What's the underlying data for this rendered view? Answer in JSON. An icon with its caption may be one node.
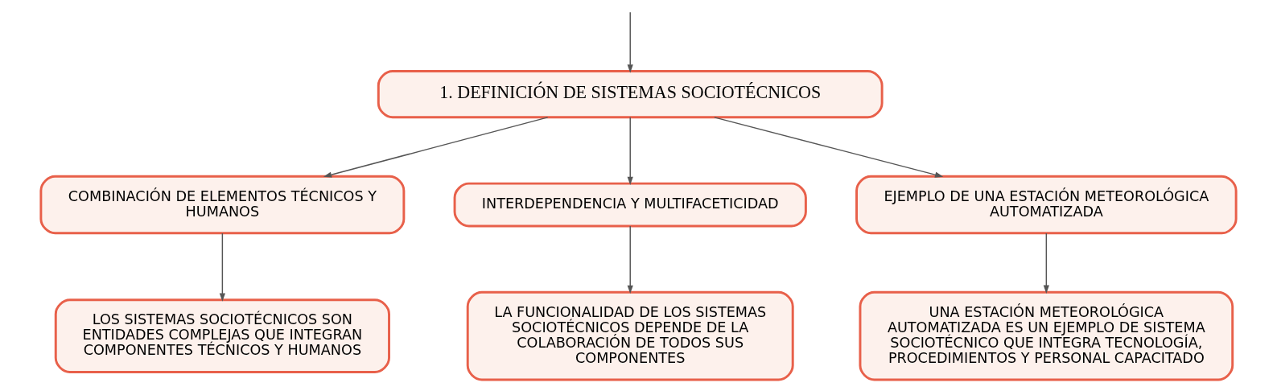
{
  "diagram": {
    "nodes": [
      {
        "text": [
          "1. DEFINICIÓN DE SISTEMAS SOCIOTÉCNICOS"
        ]
      },
      {
        "text": [
          "COMBINACIÓN DE ELEMENTOS TÉCNICOS Y HUMANOS"
        ]
      },
      {
        "text": [
          "INTERDEPENDENCIA Y MULTIFACETICIDAD"
        ]
      },
      {
        "text": [
          "EJEMPLO DE UNA ESTACIÓN METEOROLÓGICA AUTOMATIZADA"
        ]
      },
      {
        "text": [
          "LOS SISTEMAS SOCIOTÉCNICOS SON ENTIDADES COMPLEJAS QUE INTEGRAN COMPONENTES TÉCNICOS Y HUMANOS"
        ]
      },
      {
        "text": [
          "LA FUNCIONALIDAD DE LOS SISTEMAS SOCIOTÉCNICOS DEPENDE DE LA COLABORACIÓN DE TODOS SUS COMPONENTES"
        ]
      },
      {
        "text": [
          "UNA ESTACIÓN METEOROLÓGICA AUTOMATIZADA ES UN EJEMPLO DE SISTEMA SOCIOTÉCNICO QUE INTEGRA TECNOLOGÍA, PROCEDIMIENTOS Y PERSONAL CAPACITADO"
        ]
      }
    ],
    "edges": [
      {
        "from": null,
        "to": 0,
        "arrow": "to"
      },
      {
        "from": 0,
        "to": 1,
        "arrow": "to"
      },
      {
        "from": 0,
        "to": 2,
        "arrow": "to"
      },
      {
        "from": 0,
        "to": 3,
        "arrow": "to"
      },
      {
        "from": 1,
        "to": 4,
        "arrow": "to"
      },
      {
        "from": 2,
        "to": 5,
        "arrow": "to"
      },
      {
        "from": 3,
        "to": 6,
        "arrow": "to"
      }
    ]
  }
}
